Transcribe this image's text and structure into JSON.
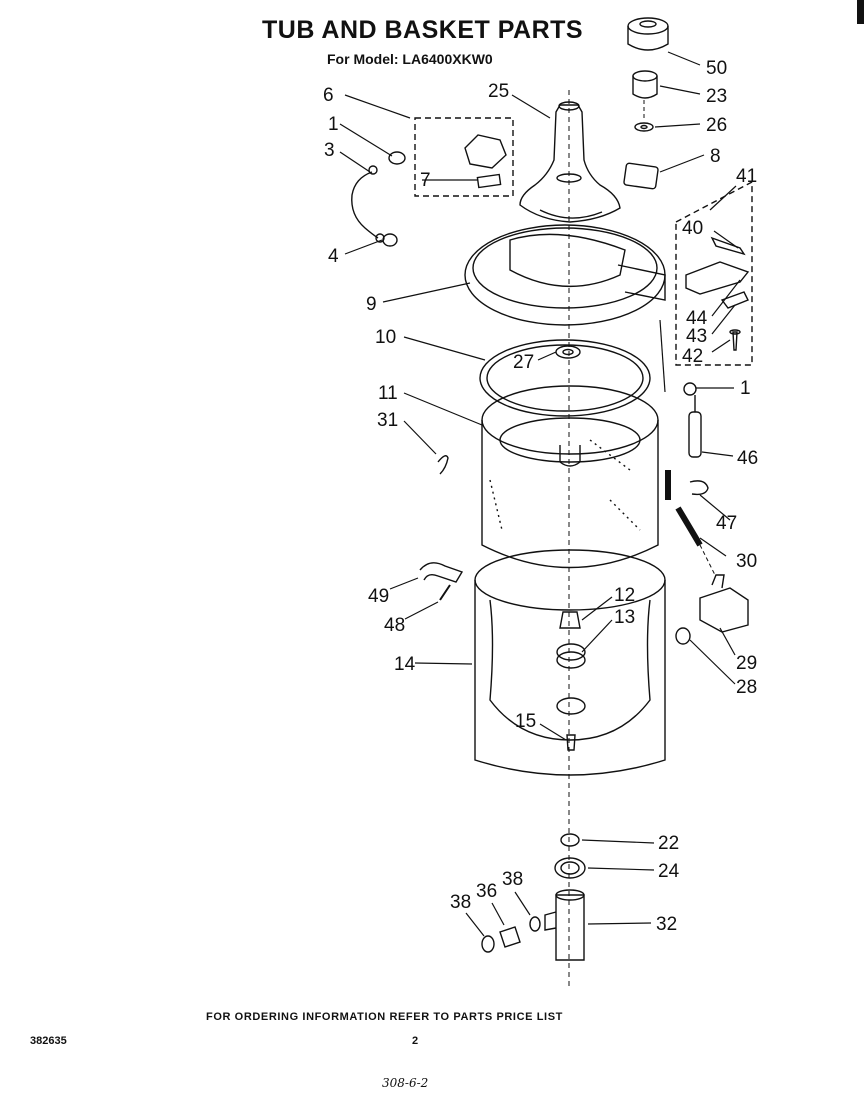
{
  "header": {
    "title": "TUB AND BASKET PARTS",
    "model": "For Model: LA6400XKW0"
  },
  "callouts": [
    {
      "id": "c50",
      "label": "50"
    },
    {
      "id": "c23",
      "label": "23"
    },
    {
      "id": "c26",
      "label": "26"
    },
    {
      "id": "c8",
      "label": "8"
    },
    {
      "id": "c41",
      "label": "41"
    },
    {
      "id": "c40",
      "label": "40"
    },
    {
      "id": "c44",
      "label": "44"
    },
    {
      "id": "c43",
      "label": "43"
    },
    {
      "id": "c42",
      "label": "42"
    },
    {
      "id": "c1r",
      "label": "1"
    },
    {
      "id": "c46",
      "label": "46"
    },
    {
      "id": "c47",
      "label": "47"
    },
    {
      "id": "c30",
      "label": "30"
    },
    {
      "id": "c29",
      "label": "29"
    },
    {
      "id": "c28",
      "label": "28"
    },
    {
      "id": "c22",
      "label": "22"
    },
    {
      "id": "c24",
      "label": "24"
    },
    {
      "id": "c32",
      "label": "32"
    },
    {
      "id": "c6",
      "label": "6"
    },
    {
      "id": "c25",
      "label": "25"
    },
    {
      "id": "c1l",
      "label": "1"
    },
    {
      "id": "c3",
      "label": "3"
    },
    {
      "id": "c7",
      "label": "7"
    },
    {
      "id": "c4",
      "label": "4"
    },
    {
      "id": "c9",
      "label": "9"
    },
    {
      "id": "c10",
      "label": "10"
    },
    {
      "id": "c27",
      "label": "27"
    },
    {
      "id": "c11",
      "label": "11"
    },
    {
      "id": "c31",
      "label": "31"
    },
    {
      "id": "c12",
      "label": "12"
    },
    {
      "id": "c13",
      "label": "13"
    },
    {
      "id": "c49",
      "label": "49"
    },
    {
      "id": "c48",
      "label": "48"
    },
    {
      "id": "c14",
      "label": "14"
    },
    {
      "id": "c15",
      "label": "15"
    },
    {
      "id": "c38a",
      "label": "38"
    },
    {
      "id": "c36",
      "label": "36"
    },
    {
      "id": "c38b",
      "label": "38"
    }
  ],
  "footer": {
    "ordering_note": "FOR ORDERING INFORMATION REFER TO PARTS PRICE LIST",
    "document_number": "382635",
    "page_number": "2",
    "handwritten_note": "308-6-2"
  }
}
